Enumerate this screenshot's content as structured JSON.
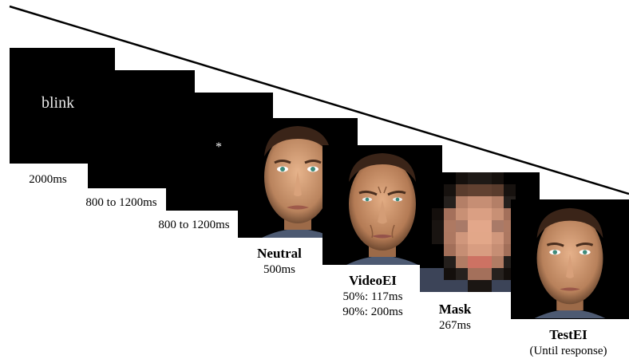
{
  "trial": {
    "blink": {
      "text": "blink",
      "duration": "2000ms"
    },
    "jitter1": {
      "duration": "800 to 1200ms"
    },
    "fixation": {
      "symbol": "*",
      "duration": "800 to 1200ms"
    },
    "neutral": {
      "label": "Neutral",
      "duration": "500ms",
      "face": "neutral-face"
    },
    "video": {
      "label": "VideoEI",
      "line1": "50%: 117ms",
      "line2": "90%: 200ms",
      "face": "expressive-face"
    },
    "mask": {
      "label": "Mask",
      "duration": "267ms",
      "face": "pixelated-face"
    },
    "test": {
      "label": "TestEI",
      "note": "(Until response)",
      "face": "test-face"
    }
  },
  "colors": {
    "screen": "#000000",
    "skin": "#c8956f",
    "hair": "#3a2418"
  }
}
